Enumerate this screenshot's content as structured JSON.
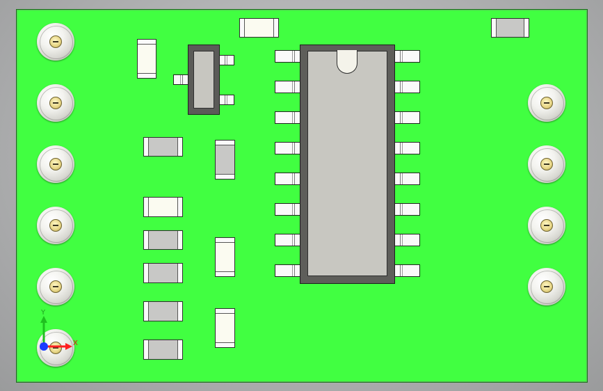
{
  "view": {
    "title": "",
    "background_color": "#b5b6b7",
    "board_color": "#41ff41"
  },
  "board": {
    "left_pads": [
      "pad-left-1",
      "pad-left-2",
      "pad-left-3",
      "pad-left-4",
      "pad-left-5",
      "pad-left-6"
    ],
    "right_pads": [
      "pad-right-1",
      "pad-right-2",
      "pad-right-3",
      "pad-right-4"
    ],
    "ic": {
      "pin_count": 16,
      "pins_per_side": 8
    },
    "transistor": {
      "leads": 3
    },
    "passives": [
      "r1",
      "r2",
      "r3",
      "r4",
      "r5",
      "r6",
      "r7",
      "c1",
      "c2",
      "c3",
      "c4",
      "c5"
    ]
  },
  "triad": {
    "x_label": "X",
    "y_label": "Y",
    "x_color": "#ff2020",
    "y_color": "#20c020",
    "z_color": "#1a3cff"
  }
}
